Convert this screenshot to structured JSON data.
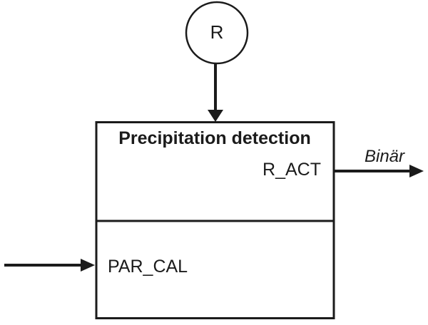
{
  "diagram": {
    "node_r": {
      "label": "R"
    },
    "block": {
      "title": "Precipitation detection",
      "output_port": "R_ACT",
      "param_port": "PAR_CAL"
    },
    "output_signal": {
      "label": "Binär"
    },
    "colors": {
      "line": "#1b1b1b",
      "background": "#ffffff"
    }
  }
}
